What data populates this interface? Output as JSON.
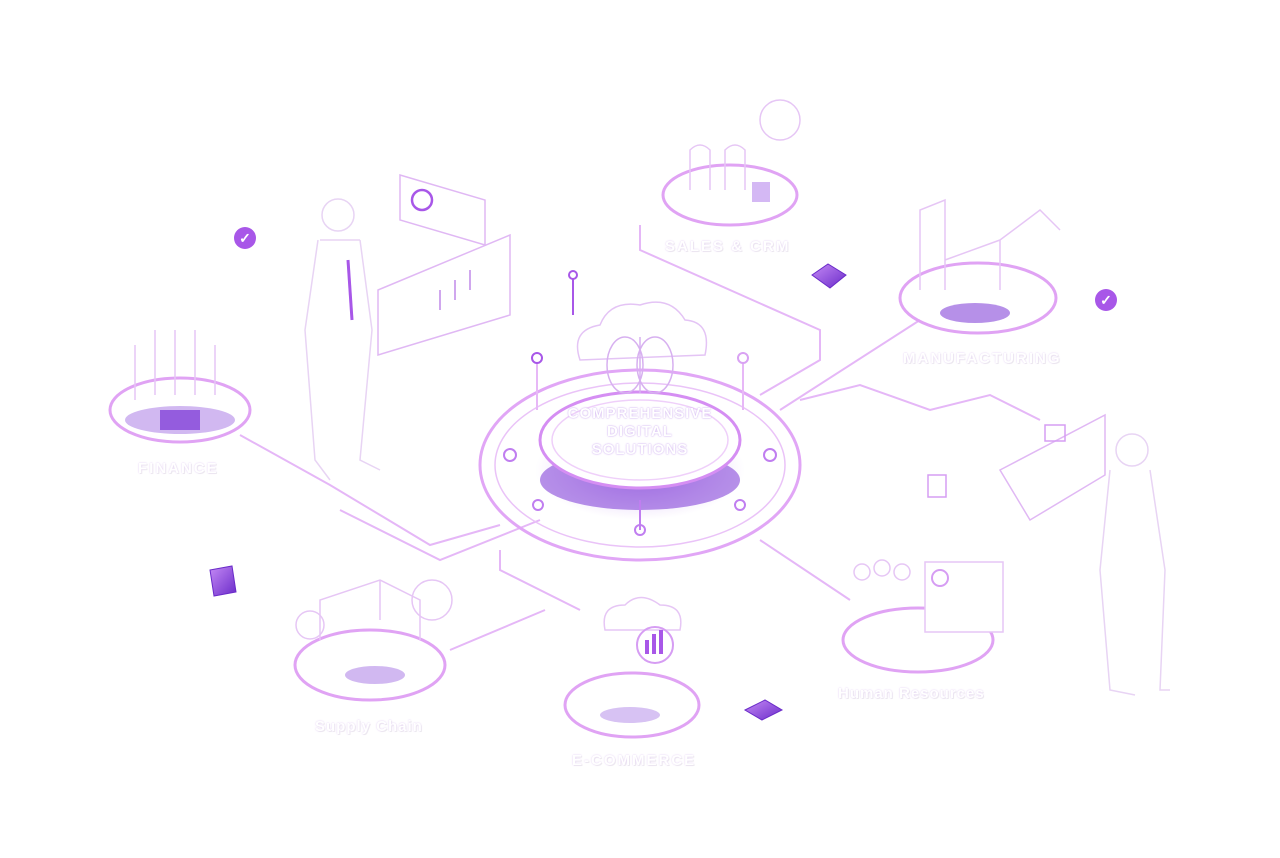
{
  "hub": {
    "title_lines": [
      "COMPREHENSIVE",
      "DIGITAL",
      "SOLUTIONS"
    ],
    "icon": "brain-cloud-icon"
  },
  "nodes": [
    {
      "id": "finance",
      "label": "FINANCE",
      "icon": "finance-coins-chart-icon"
    },
    {
      "id": "sales-crm",
      "label": "SALES & CRM",
      "icon": "sales-crm-people-icon"
    },
    {
      "id": "manufacturing",
      "label": "MANUFACTURING",
      "icon": "factory-icon"
    },
    {
      "id": "supply-chain",
      "label": "Supply Chain",
      "icon": "delivery-truck-icon"
    },
    {
      "id": "ecommerce",
      "label": "E-COMMERCE",
      "icon": "shopping-cart-cloud-icon"
    },
    {
      "id": "human-resources",
      "label": "Human Resources",
      "icon": "people-id-card-icon"
    }
  ],
  "decorations": {
    "check_badges": 2,
    "chips": 3,
    "figures": [
      "man-with-dashboard",
      "man-with-tablet-screen"
    ]
  },
  "colors": {
    "accent": "#a857e8",
    "line": "#d99cf5",
    "deep": "#6a2bc9",
    "badge": "#a857e8"
  }
}
